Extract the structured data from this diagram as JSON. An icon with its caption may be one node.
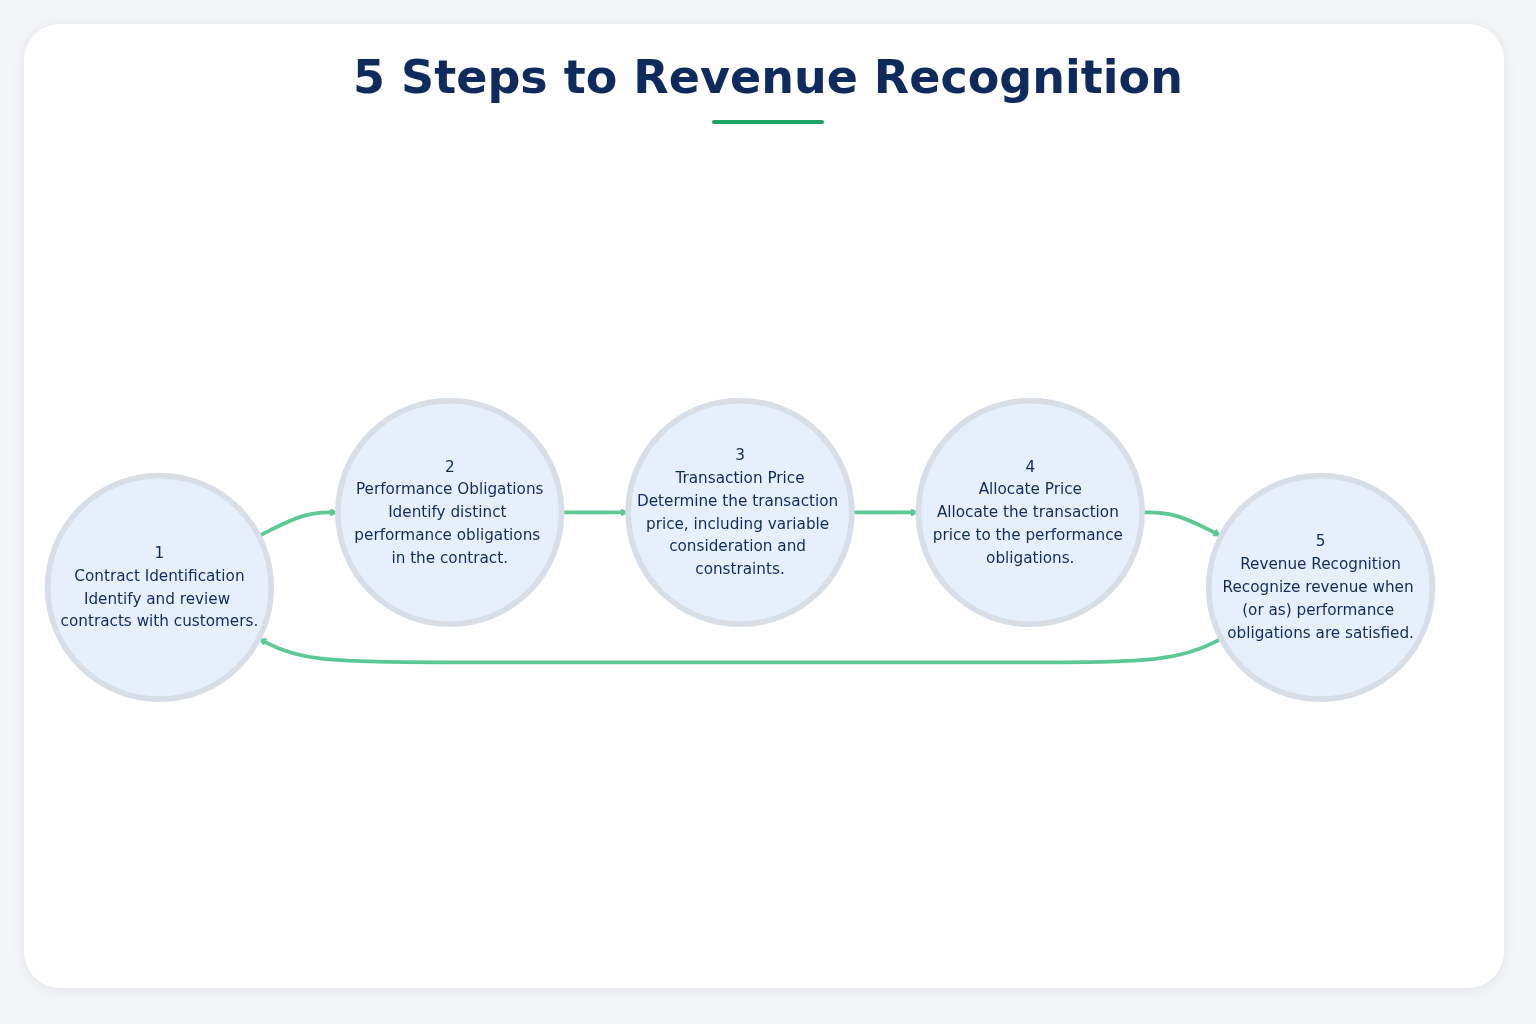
{
  "diagram": {
    "title": "5 Steps to Revenue Recognition",
    "nodes": [
      {
        "text": [
          "1",
          "Contract Identification",
          "Identify and review contracts with customers."
        ]
      },
      {
        "text": [
          "2",
          "Performance Obligations",
          "Identify distinct performance obligations in the contract."
        ]
      },
      {
        "text": [
          "3",
          "Transaction Price",
          "Determine the transaction price, including variable consideration and constraints."
        ]
      },
      {
        "text": [
          "4",
          "Allocate Price",
          "Allocate the transaction price to the performance obligations."
        ]
      },
      {
        "text": [
          "5",
          "Revenue Recognition",
          "Recognize revenue when (or as) performance obligations are satisfied."
        ]
      }
    ],
    "edges": [
      {
        "from": 0,
        "to": 1,
        "arrow": "to"
      },
      {
        "from": 1,
        "to": 2,
        "arrow": "to"
      },
      {
        "from": 2,
        "to": 3,
        "arrow": "to"
      },
      {
        "from": 3,
        "to": 4,
        "arrow": "to"
      },
      {
        "from": 4,
        "to": 0,
        "arrow": "to"
      }
    ]
  }
}
